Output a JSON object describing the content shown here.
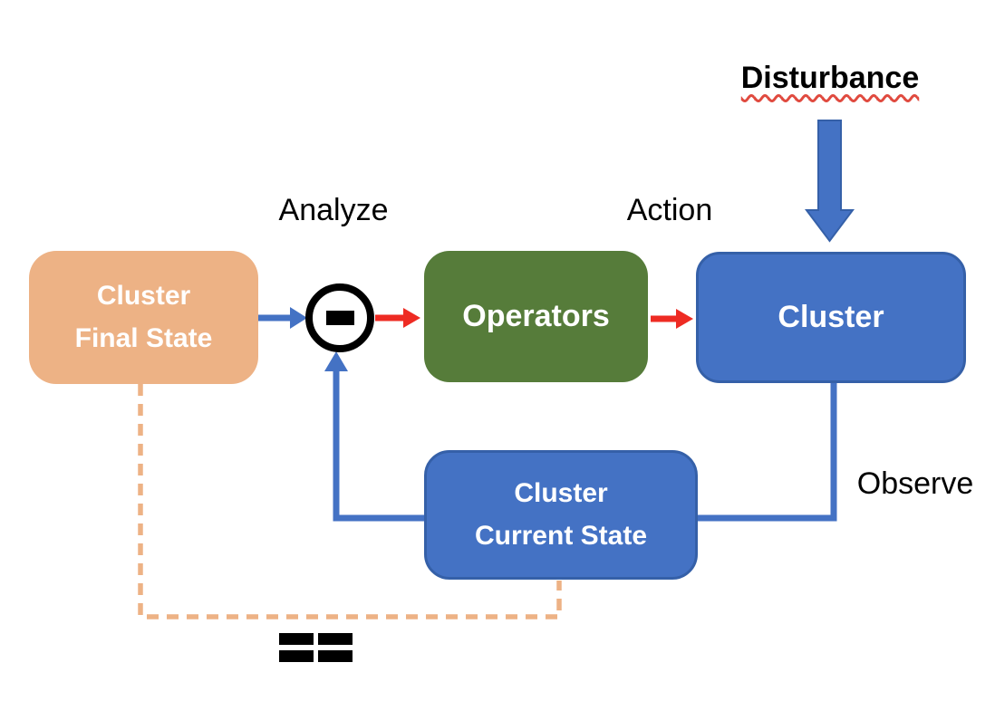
{
  "labels": {
    "disturbance": "Disturbance",
    "analyze": "Analyze",
    "action": "Action",
    "observe": "Observe",
    "minus": "−",
    "equals": "=="
  },
  "nodes": {
    "final_state": {
      "line1": "Cluster",
      "line2": "Final State"
    },
    "operators": {
      "label": "Operators"
    },
    "cluster": {
      "label": "Cluster"
    },
    "current_state": {
      "line1": "Cluster",
      "line2": "Current State"
    }
  },
  "colors": {
    "peach": "#EDB285",
    "green": "#567C3A",
    "blue": "#4472C4",
    "blue_border": "#3560A8",
    "red": "#EE2B23",
    "wavy": "#E04A3F",
    "ink": "#000000",
    "box_text": "#FFFFFF",
    "bg": "#FFFFFF"
  }
}
